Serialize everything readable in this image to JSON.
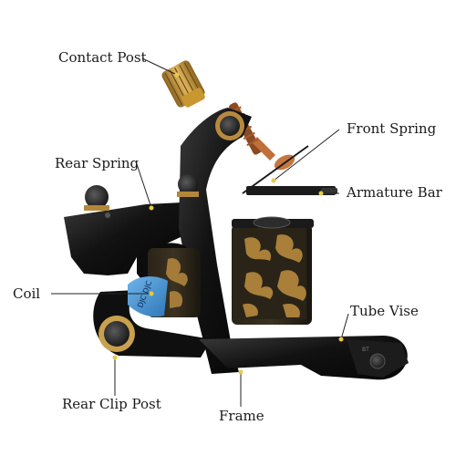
{
  "labels": {
    "contact_post": "Contact Post",
    "front_spring": "Front Spring",
    "rear_spring": "Rear Spring",
    "armature_bar": "Armature Bar",
    "coil": "Coil",
    "tube_vise": "Tube Vise",
    "rear_clip_post": "Rear Clip Post",
    "frame": "Frame"
  },
  "coil_sticker": "DJC DJC",
  "colors": {
    "frame": "#141414",
    "brass": "#b8893a",
    "coil_blue": "#3d8fd4",
    "copper_tip": "#c0703a",
    "leader_line": "#222222",
    "dot": "#e8c84a"
  }
}
